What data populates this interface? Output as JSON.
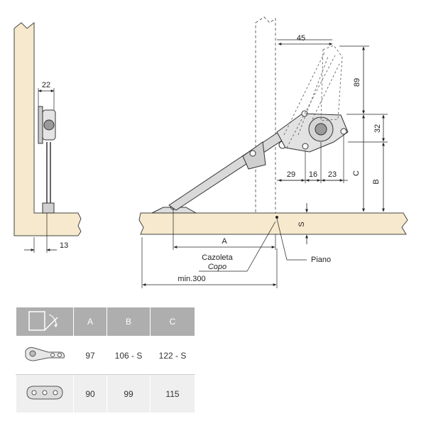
{
  "dimensions": {
    "d22": "22",
    "d13": "13",
    "d45": "45",
    "d89": "89",
    "d32": "32",
    "d29": "29",
    "d16": "16",
    "d23": "23",
    "dC": "C",
    "dB": "B",
    "dS": "S",
    "dA": "A",
    "dMin": "min.300"
  },
  "labels": {
    "cazoleta": "Cazoleta",
    "copo": "Copo",
    "piano": "Piano"
  },
  "table": {
    "headers": [
      "A",
      "B",
      "C"
    ],
    "rows": [
      {
        "icon": "concealed-hinge-icon",
        "values": [
          "97",
          "106 - S",
          "122 - S"
        ]
      },
      {
        "icon": "mounting-plate-icon",
        "values": [
          "90",
          "99",
          "115"
        ]
      }
    ]
  },
  "colors": {
    "wood": "#f6e9cd",
    "table_header": "#aeaeae",
    "table_row_alt": "#efefef"
  }
}
